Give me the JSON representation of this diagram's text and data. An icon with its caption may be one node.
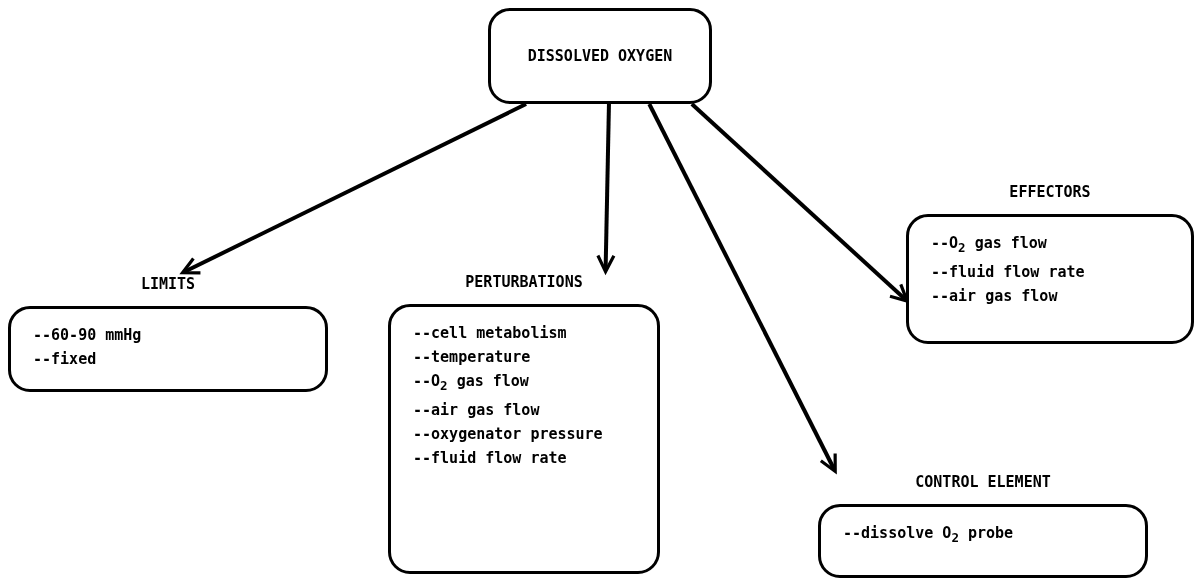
{
  "diagram": {
    "nodes": [
      {
        "text": [
          "DISSOLVED OXYGEN"
        ]
      },
      {
        "text": [
          "LIMITS",
          "--60-90 mmHg",
          "--fixed"
        ]
      },
      {
        "text": [
          "PERTURBATIONS",
          "--cell metabolism",
          "--temperature",
          "--O$_{2}$ gas flow",
          "--air gas flow",
          "--oxygenator pressure",
          "--fluid flow rate"
        ]
      },
      {
        "text": [
          "EFFECTORS",
          "--O$_{2}$ gas flow",
          "--fluid flow rate",
          "--air gas flow"
        ]
      },
      {
        "text": [
          "CONTROL ELEMENT",
          "--dissolve O$_{2}$ probe"
        ]
      }
    ],
    "edges": [
      {
        "from": 0,
        "to": 1,
        "arrow": "to"
      },
      {
        "from": 0,
        "to": 2,
        "arrow": "to"
      },
      {
        "from": 0,
        "to": 4,
        "arrow": "to"
      },
      {
        "from": 0,
        "to": 3,
        "arrow": "to"
      }
    ]
  }
}
